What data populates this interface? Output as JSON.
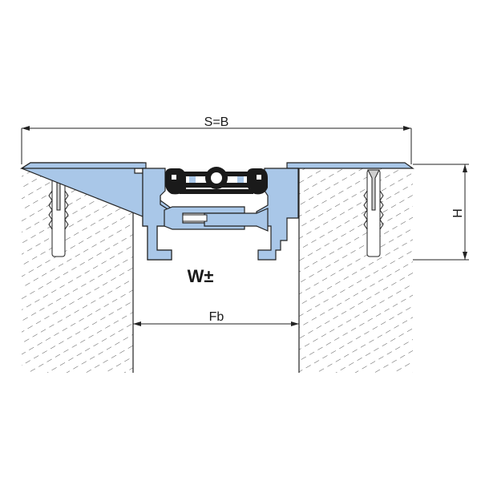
{
  "labels": {
    "span": "S=B",
    "height": "H",
    "movement": "W±",
    "gap": "Fb"
  },
  "colors": {
    "profile_fill": "#a9c7e8",
    "profile_stroke": "#222222",
    "insert_fill": "#1a1a1a",
    "hatch": "#333333",
    "line": "#222222"
  }
}
